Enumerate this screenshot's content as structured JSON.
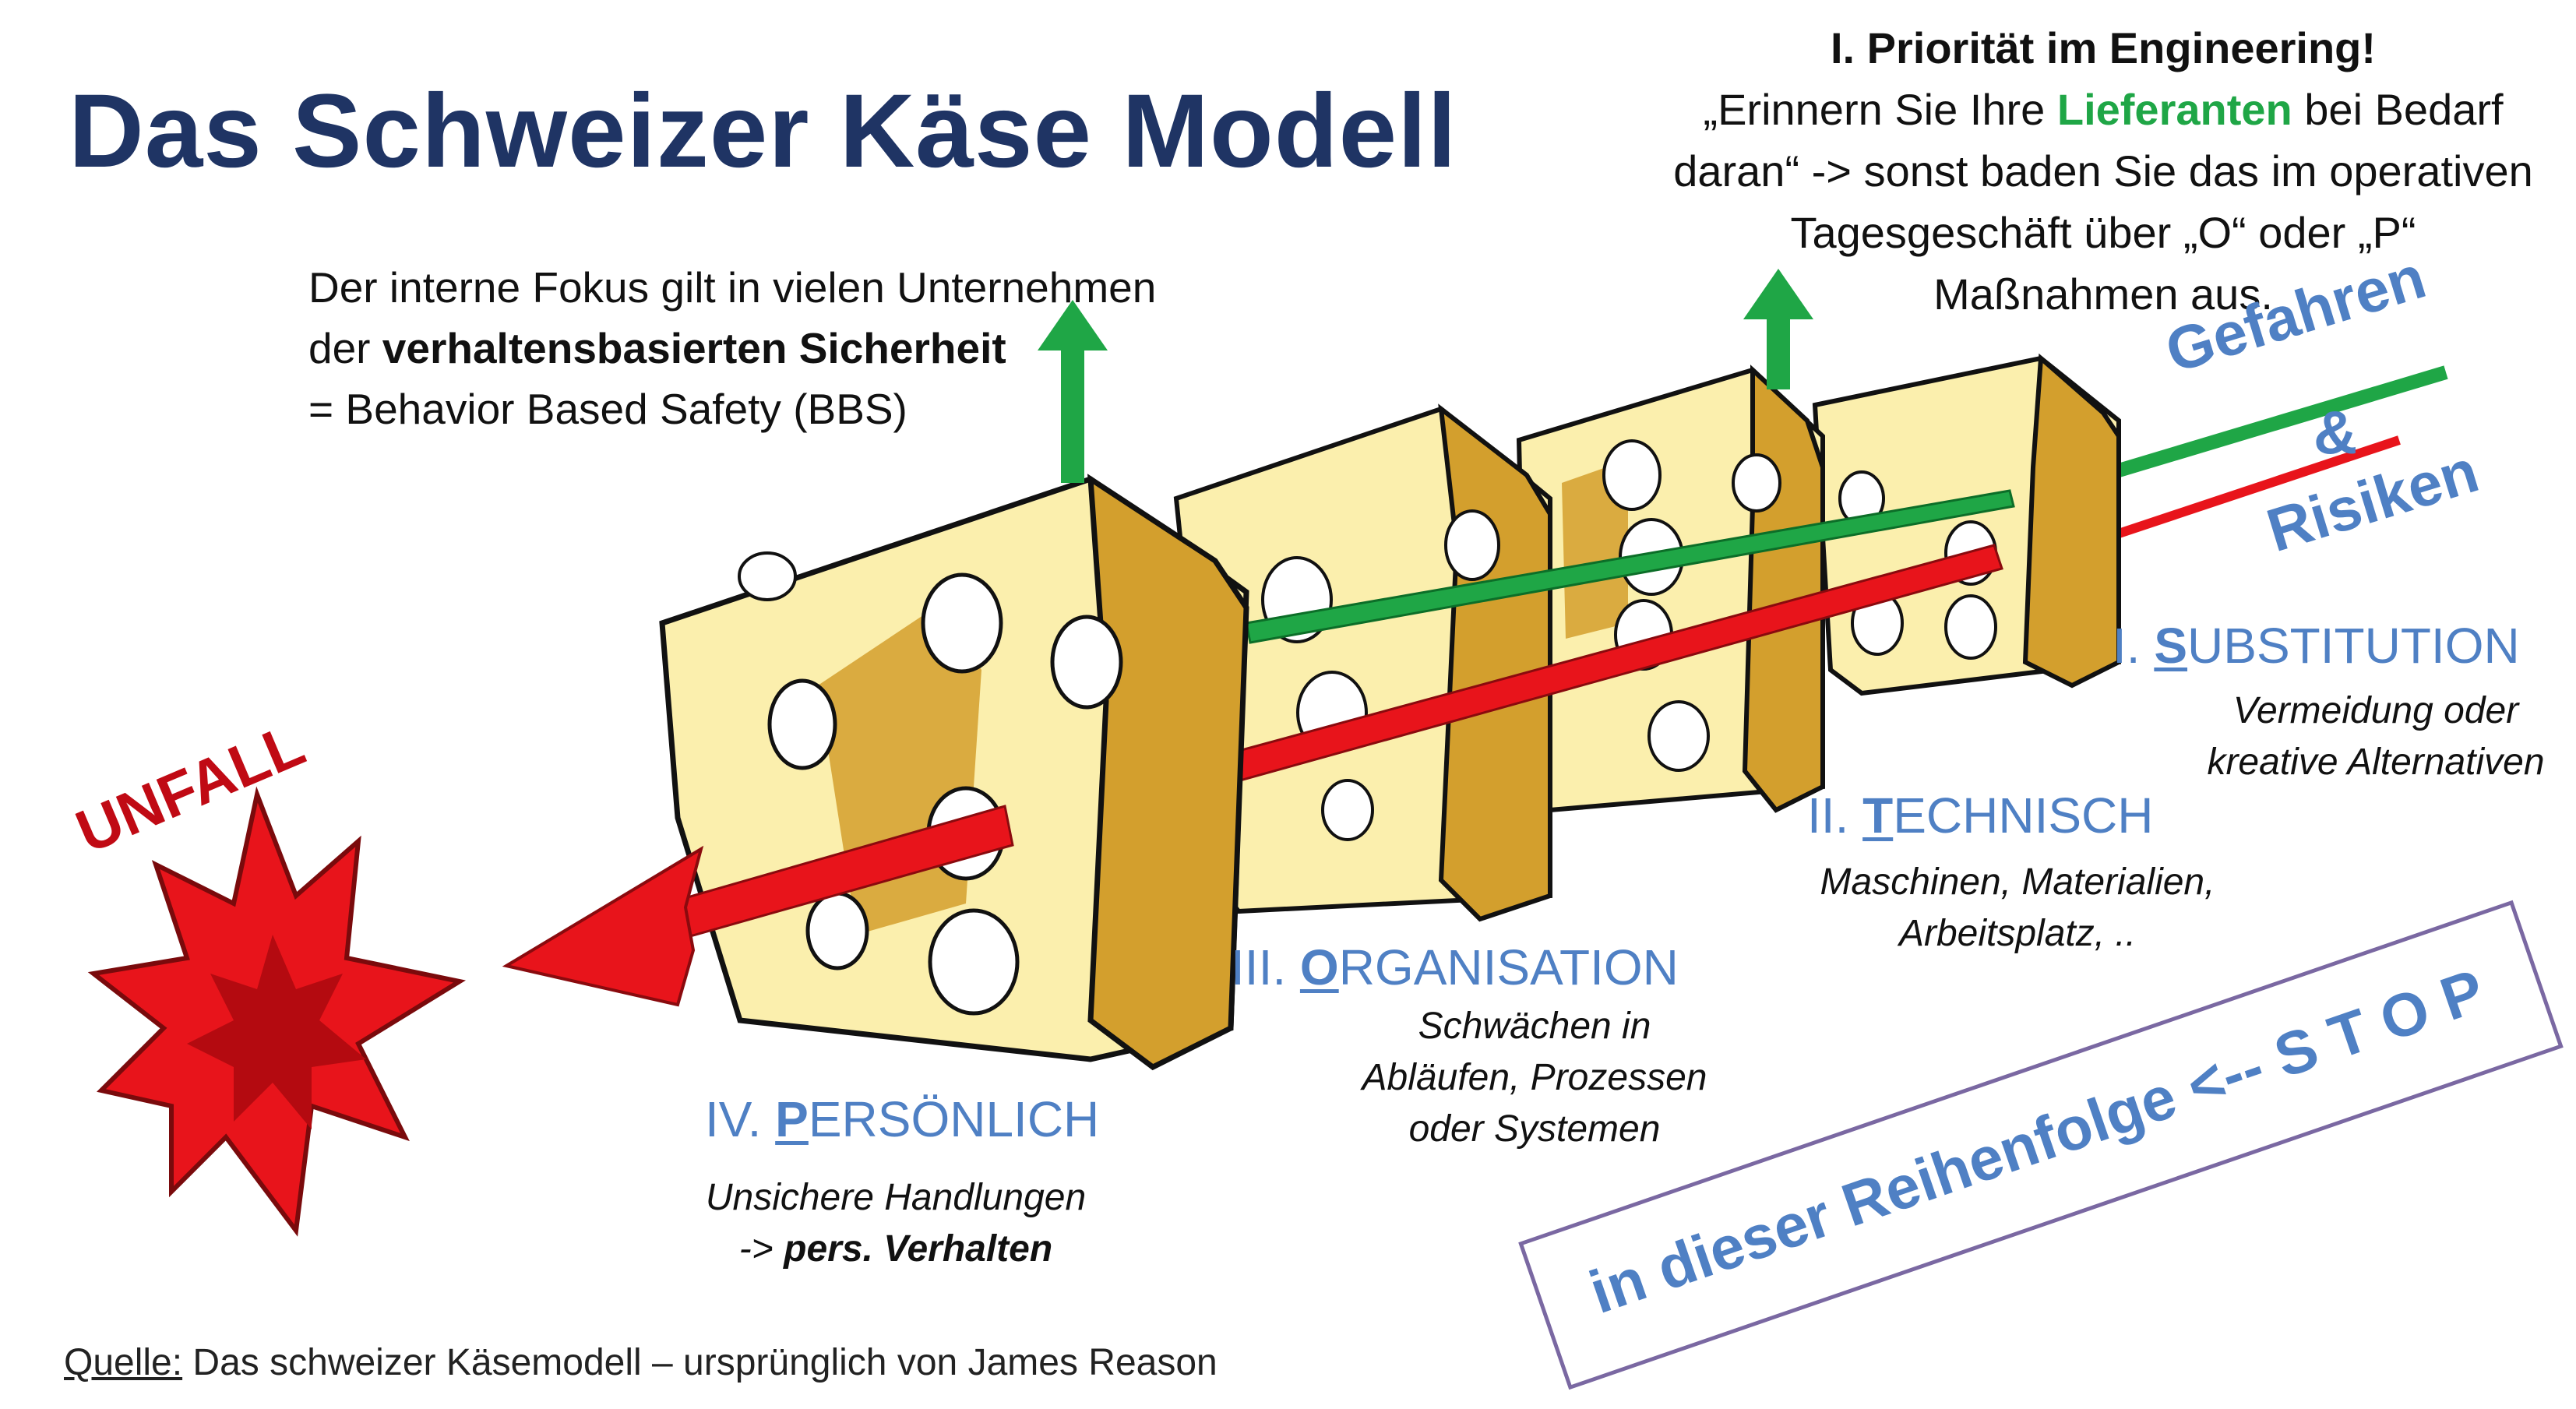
{
  "title": "Das Schweizer Käse Modell",
  "bbs": {
    "line1": "Der interne Fokus gilt in vielen Unternehmen",
    "line2_prefix": "der ",
    "line2_bold": "verhaltensbasierten Sicherheit",
    "line3": "= Behavior Based Safety (BBS)"
  },
  "priority": {
    "heading": "I. Priorität im Engineering!",
    "line1_prefix": "„Erinnern Sie Ihre ",
    "line1_green": "Lieferanten",
    "line1_suffix": " bei Bedarf",
    "line2": "daran“ -> sonst baden Sie das im operativen",
    "line3": "Tagesgeschäft über „O“ oder „P“",
    "line4": "Maßnahmen aus."
  },
  "hazards": {
    "word1": "Gefahren",
    "amp": "&",
    "word2": "Risiken"
  },
  "accident": "UNFALL",
  "levels": [
    {
      "prefix": "I. ",
      "initial": "S",
      "rest": "UBSTITUTION",
      "desc1": "Vermeidung oder",
      "desc2": "kreative Alternativen"
    },
    {
      "prefix": "II. ",
      "initial": "T",
      "rest": "ECHNISCH",
      "desc1": "Maschinen, Materialien,",
      "desc2": "Arbeitsplatz, .."
    },
    {
      "prefix": "III. ",
      "initial": "O",
      "rest": "RGANISATION",
      "desc1": "Schwächen in",
      "desc2": "Abläufen, Prozessen",
      "desc3": "oder Systemen"
    },
    {
      "prefix": "IV. ",
      "initial": "P",
      "rest": "ERSÖNLICH",
      "desc1": "Unsichere Handlungen",
      "desc2_prefix": "-> ",
      "desc2_bold": "pers. Verhalten"
    }
  ],
  "sequence": "in dieser Reihenfolge <-- S T O P",
  "source": {
    "label": "Quelle:",
    "text": " Das schweizer Käsemodell – ursprünglich von James Reason"
  },
  "colors": {
    "title": "#1f3464",
    "level_blue": "#4f80c4",
    "green_arrow": "#1fa646",
    "red_arrow": "#e8141b",
    "cheese_face": "#fbefad",
    "cheese_side": "#d39f2d",
    "box_border": "#7a68a2"
  }
}
